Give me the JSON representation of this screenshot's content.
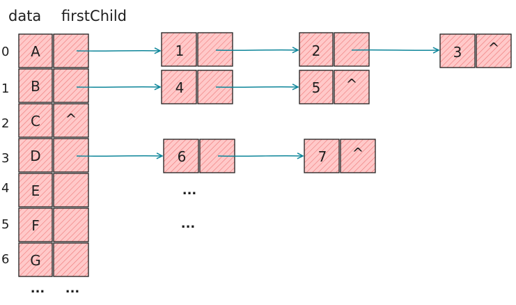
{
  "headers": {
    "data": "data",
    "first_child": "firstChild"
  },
  "table": {
    "rows": [
      {
        "index": "0",
        "data": "A",
        "first_child": ""
      },
      {
        "index": "1",
        "data": "B",
        "first_child": ""
      },
      {
        "index": "2",
        "data": "C",
        "first_child": "^"
      },
      {
        "index": "3",
        "data": "D",
        "first_child": ""
      },
      {
        "index": "4",
        "data": "E",
        "first_child": ""
      },
      {
        "index": "5",
        "data": "F",
        "first_child": ""
      },
      {
        "index": "6",
        "data": "G",
        "first_child": ""
      }
    ],
    "more_data": "...",
    "more_child": "..."
  },
  "lists": {
    "row0": [
      {
        "value": "1",
        "next": ""
      },
      {
        "value": "2",
        "next": ""
      },
      {
        "value": "3",
        "next": "^"
      }
    ],
    "row1": [
      {
        "value": "4",
        "next": ""
      },
      {
        "value": "5",
        "next": "^"
      }
    ],
    "row3": [
      {
        "value": "6",
        "next": ""
      },
      {
        "value": "7",
        "next": "^"
      }
    ]
  },
  "ellipsis": {
    "row4": "...",
    "row5": "..."
  },
  "colors": {
    "fill": "#ffc9c9",
    "hatch": "#e03131",
    "stroke": "#1e1e1e",
    "arrow": "#0c8599"
  }
}
